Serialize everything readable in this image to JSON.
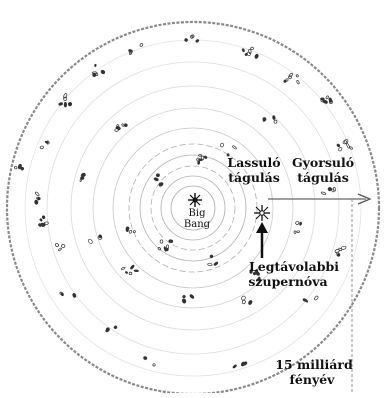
{
  "diagram": {
    "labels": {
      "center_line1": "Big",
      "center_line2": "Bang",
      "decelerating_line1": "Lassuló",
      "decelerating_line2": "tágulás",
      "accelerating_line1": "Gyorsuló",
      "accelerating_line2": "tágulás",
      "supernova_line1": "Legtávolabbi",
      "supernova_line2": "szupernóva",
      "distance_line1": "15 milliárd",
      "distance_line2": "fényév"
    },
    "colors": {
      "ink": "#111111",
      "ring": "#9a9a9a",
      "background": "#ffffff"
    }
  }
}
